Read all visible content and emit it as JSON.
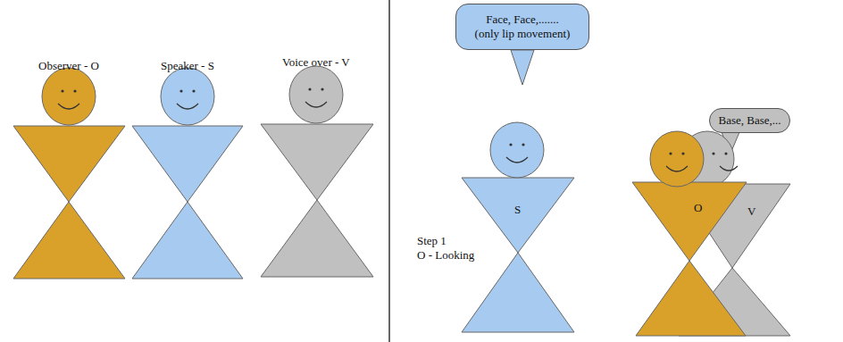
{
  "diagram": {
    "nodes": [
      {
        "text": [
          "Face, Face,.......",
          "(only lip movement)"
        ]
      },
      {
        "text": [
          "Base, Base,..."
        ]
      }
    ],
    "labels": [
      "Observer - O",
      "Speaker - S",
      "Voice over - V",
      "S",
      "Step 1",
      "O - Looking",
      "O",
      "V"
    ]
  }
}
